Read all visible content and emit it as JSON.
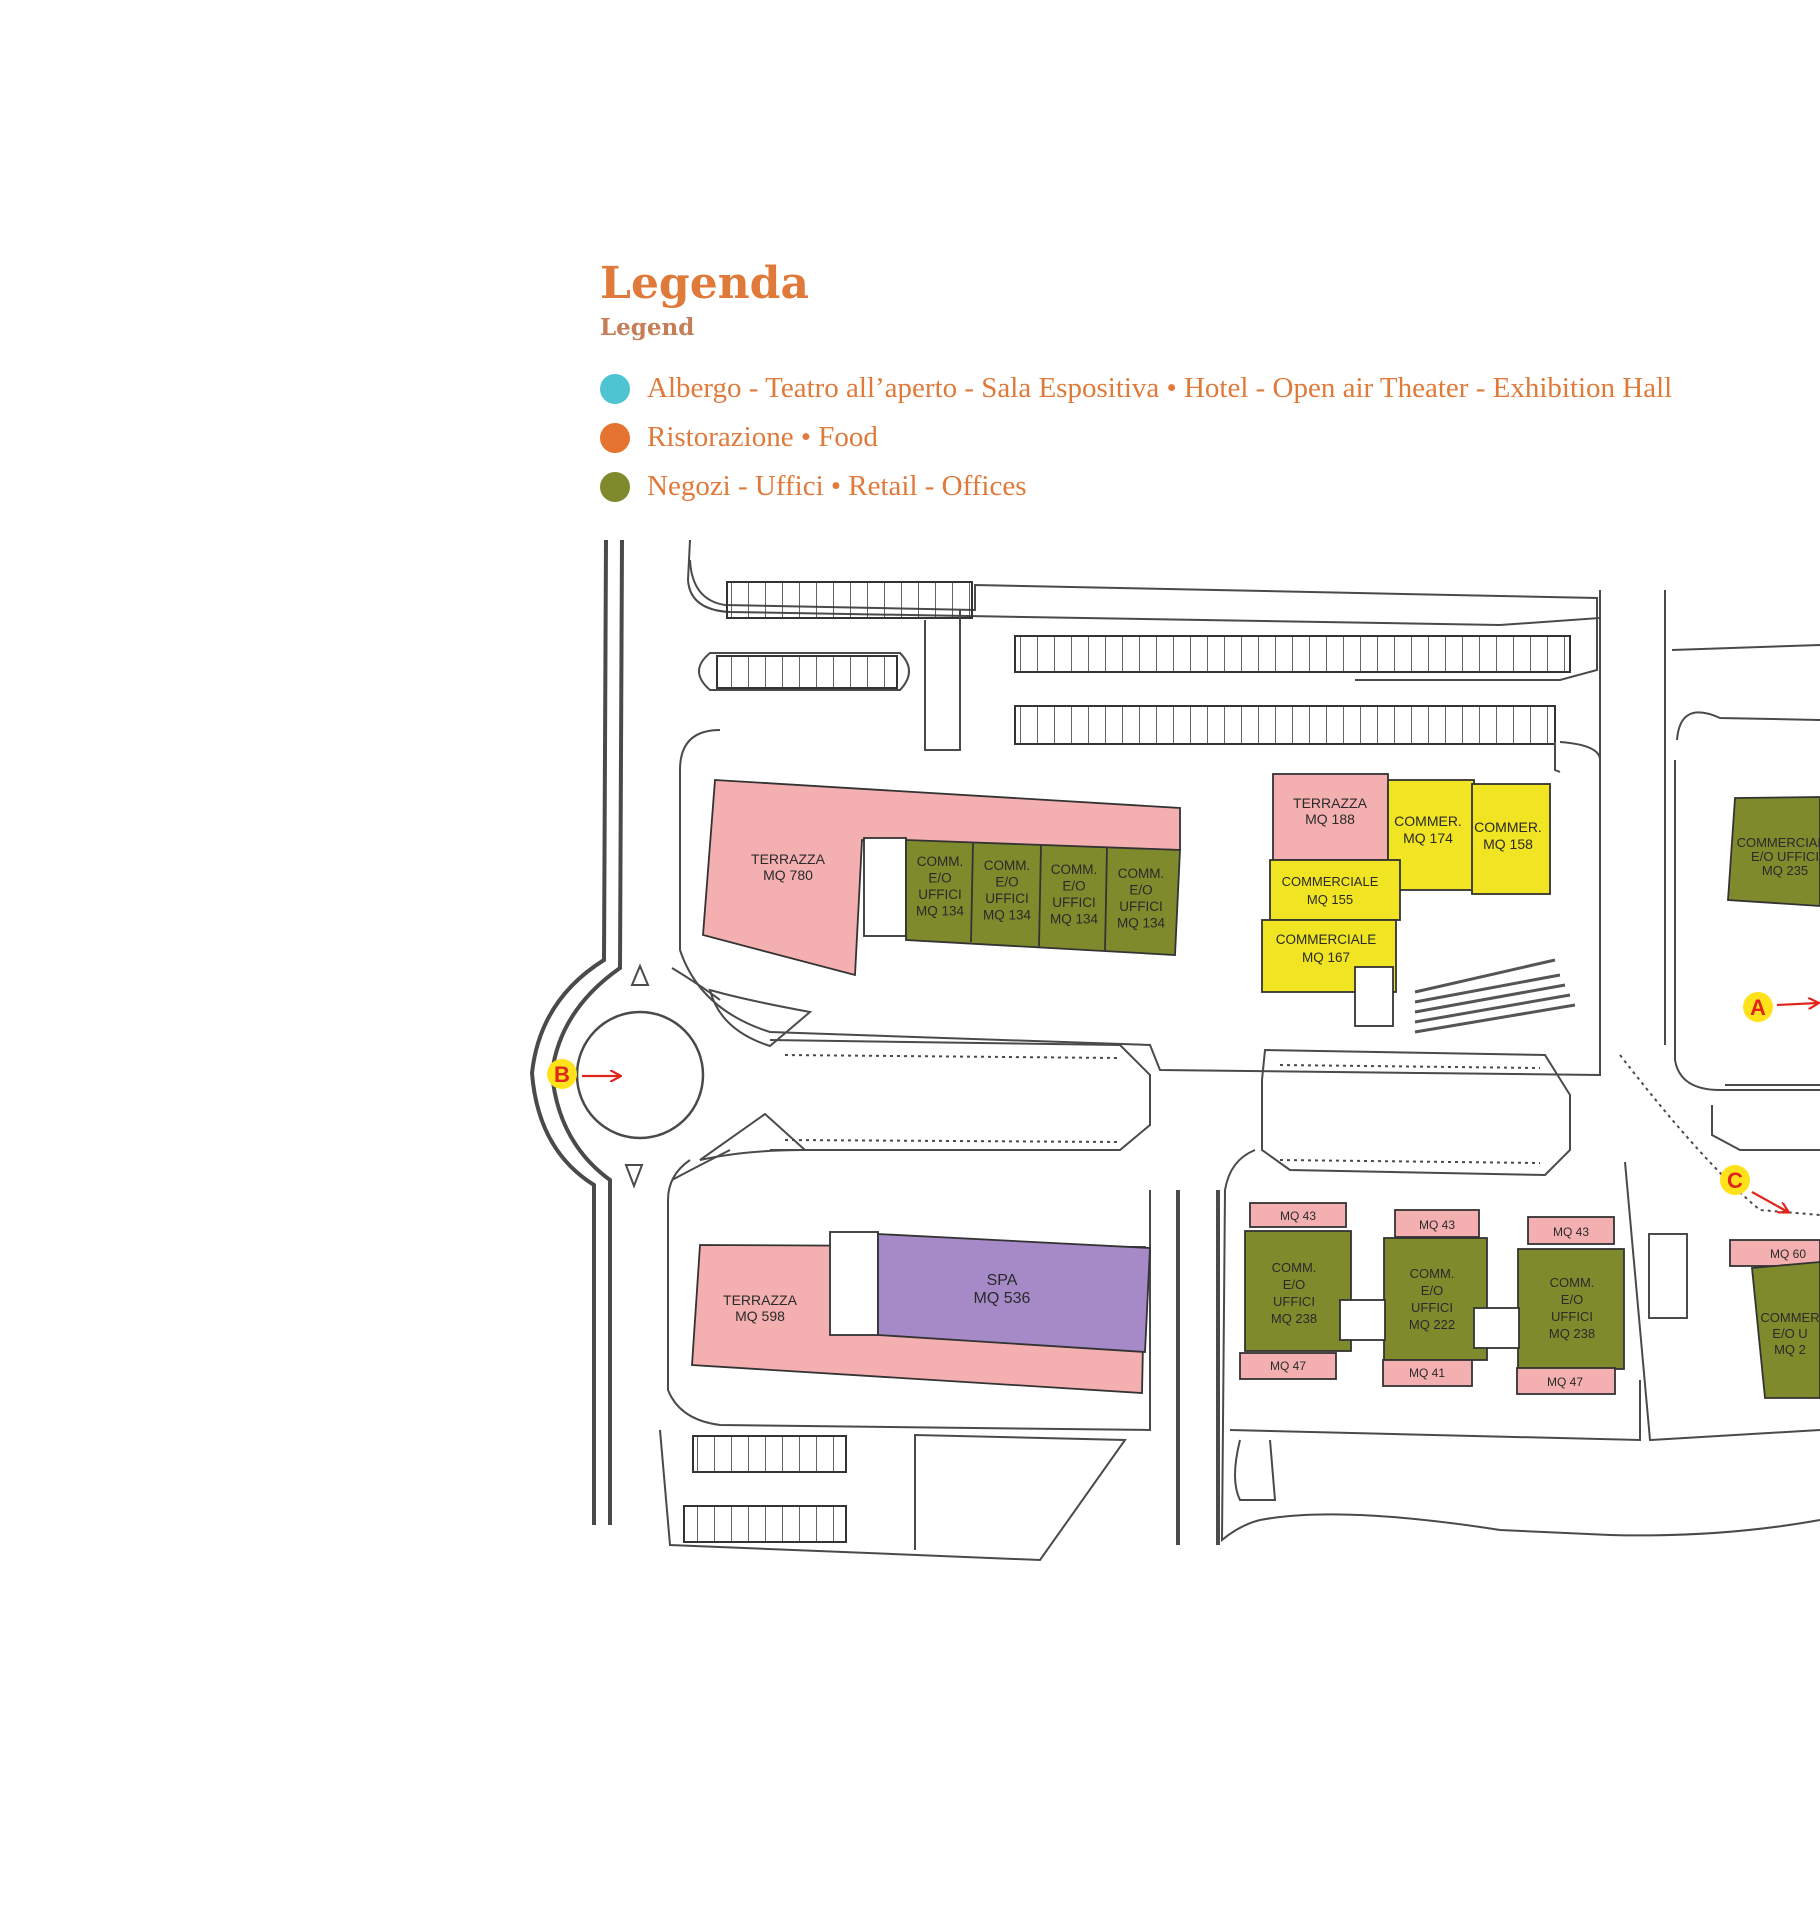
{
  "legend": {
    "title": "Legenda",
    "subtitle": "Legend",
    "items": [
      {
        "label": "Albergo - Teatro all’aperto - Sala Espositiva • Hotel - Open air Theater - Exhibition Hall",
        "color": "#4ec3d1"
      },
      {
        "label": "Ristorazione • Food",
        "color": "#e4742f"
      },
      {
        "label": "Negozi - Uffici • Retail - Offices",
        "color": "#7e8a2c"
      }
    ]
  },
  "colors": {
    "terrace": "#f4b0b0",
    "commercial_yellow": "#f1e422",
    "office_green": "#7e8a2c",
    "spa_purple": "#a689c7",
    "marker_yellow": "#ffe21a",
    "marker_red": "#e0261c",
    "road_line": "#4a4a4a"
  },
  "map": {
    "units": {
      "terrazza_780": [
        "TERRAZZA",
        "MQ 780"
      ],
      "comm_1": [
        "COMM.",
        "E/O",
        "UFFICI",
        "MQ 134"
      ],
      "comm_2": [
        "COMM.",
        "E/O",
        "UFFICI",
        "MQ 134"
      ],
      "comm_3": [
        "COMM.",
        "E/O",
        "UFFICI",
        "MQ 134"
      ],
      "comm_4": [
        "COMM.",
        "E/O",
        "UFFICI",
        "MQ 134"
      ],
      "terrazza_188": [
        "TERRAZZA",
        "MQ 188"
      ],
      "commer_174": [
        "COMMER.",
        "MQ 174"
      ],
      "commer_158": [
        "COMMER.",
        "MQ 158"
      ],
      "commerciale_155": [
        "COMMERCIALE",
        "MQ 155"
      ],
      "commerciale_167": [
        "COMMERCIALE",
        "MQ 167"
      ],
      "commerciale_235": [
        "COMMERCIALE",
        "E/O UFFICI",
        "MQ 235"
      ],
      "terrazza_598": [
        "TERRAZZA",
        "MQ 598"
      ],
      "spa_536": [
        "SPA",
        "MQ 536"
      ],
      "comm_238_a": [
        "COMM.",
        "E/O",
        "UFFICI",
        "MQ 238"
      ],
      "comm_222": [
        "COMM.",
        "E/O",
        "UFFICI",
        "MQ 222"
      ],
      "comm_238_b": [
        "COMM.",
        "E/O",
        "UFFICI",
        "MQ 238"
      ],
      "commer_right": [
        "COMMER",
        "E/O U",
        "MQ 2"
      ],
      "mq43_a": [
        "MQ 43"
      ],
      "mq43_b": [
        "MQ 43"
      ],
      "mq43_c": [
        "MQ 43"
      ],
      "mq47_a": [
        "MQ 47"
      ],
      "mq41": [
        "MQ 41"
      ],
      "mq47_b": [
        "MQ 47"
      ],
      "mq60": [
        "MQ 60"
      ]
    },
    "markers": {
      "A": "A",
      "B": "B",
      "C": "C"
    }
  }
}
